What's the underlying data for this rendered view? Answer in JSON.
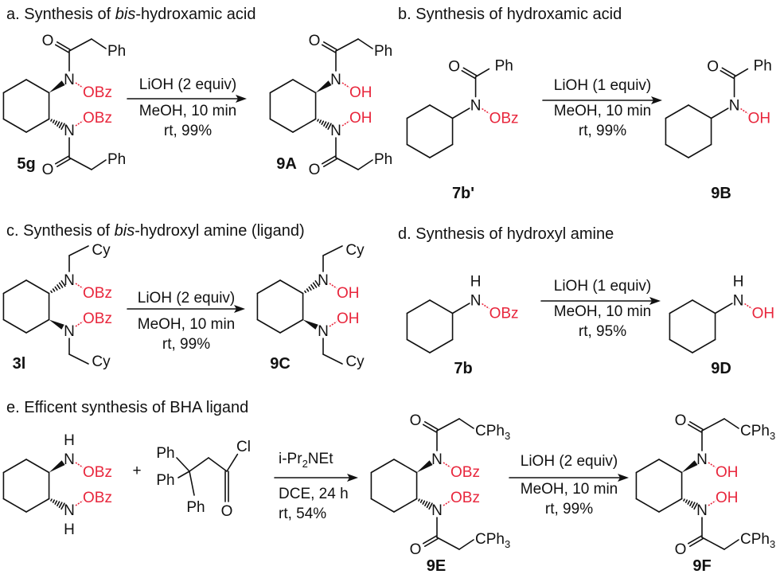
{
  "colors": {
    "bond": "#111111",
    "highlight": "#e8263c"
  },
  "atoms": {
    "O": "O",
    "N": "N",
    "H": "H",
    "Ph": "Ph",
    "OBz": "OBz",
    "OH": "OH",
    "Cy": "Cy",
    "Cl": "Cl",
    "CPh": "CPh",
    "sub3": "3",
    "plus": "+"
  },
  "panels": {
    "a": {
      "title_prefix": "a. Synthesis of ",
      "title_italic": "bis",
      "title_suffix": "-hydroxamic acid",
      "start": "5g",
      "product": "9A",
      "conditions": [
        "LiOH (2 equiv)",
        "MeOH, 10 min",
        "rt, 99%"
      ]
    },
    "b": {
      "title": "b. Synthesis of hydroxamic acid",
      "start": "7b'",
      "product": "9B",
      "conditions": [
        "LiOH (1 equiv)",
        "MeOH, 10 min",
        "rt, 99%"
      ]
    },
    "c": {
      "title_prefix": "c. Synthesis of ",
      "title_italic": "bis",
      "title_suffix": "-hydroxyl amine (ligand)",
      "start": "3l",
      "product": "9C",
      "conditions": [
        "LiOH (2 equiv)",
        "MeOH, 10 min",
        "rt, 99%"
      ]
    },
    "d": {
      "title": "d. Synthesis of hydroxyl amine",
      "start": "7b",
      "product": "9D",
      "conditions": [
        "LiOH (1 equiv)",
        "MeOH, 10 min",
        "rt, 95%"
      ]
    },
    "e": {
      "title": "e. Efficent synthesis of BHA ligand",
      "intermediate": "9E",
      "product": "9F",
      "step1_conditions": {
        "base_prefix": "i-Pr",
        "base_sub": "2",
        "base_suffix": "NEt",
        "line2": "DCE, 24 h",
        "line3": "rt, 54%"
      },
      "step2_conditions": [
        "LiOH (2 equiv)",
        "MeOH, 10 min",
        "rt, 99%"
      ]
    }
  }
}
